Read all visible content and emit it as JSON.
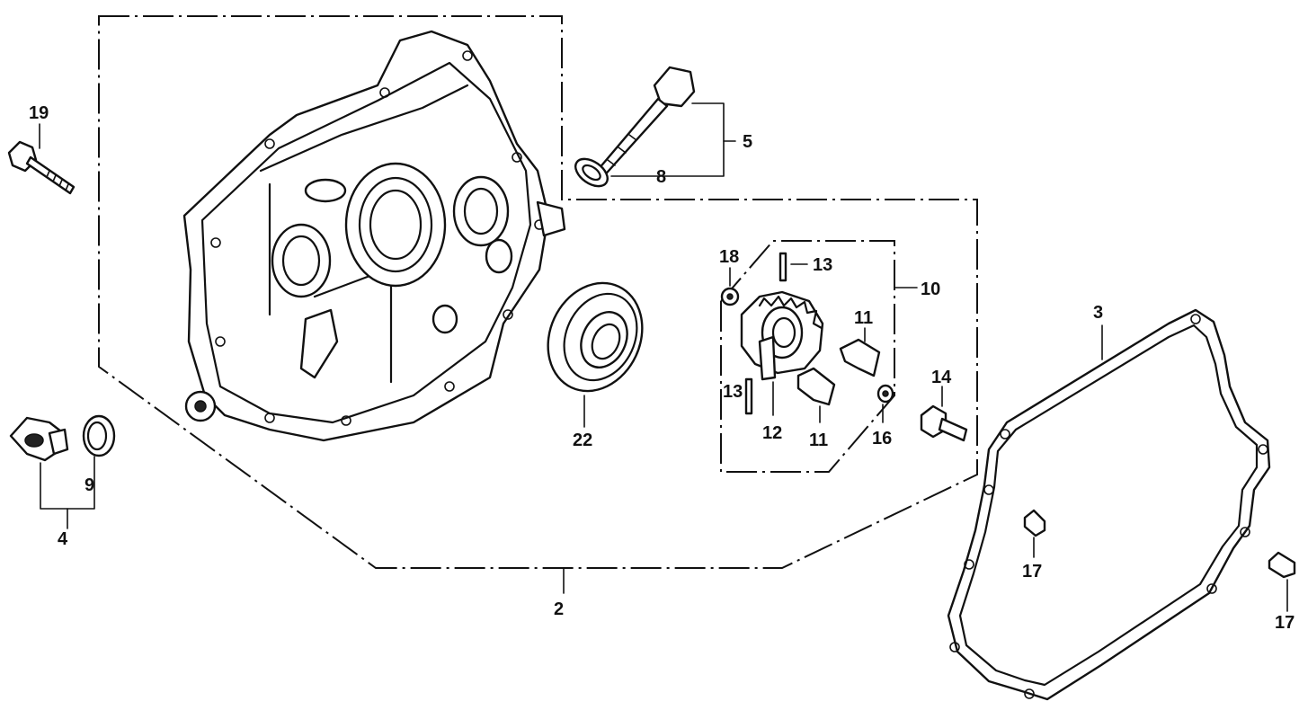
{
  "labels": {
    "l2": "2",
    "l3": "3",
    "l4": "4",
    "l5": "5",
    "l8": "8",
    "l9": "9",
    "l10": "10",
    "l11a": "11",
    "l11b": "11",
    "l12": "12",
    "l13a": "13",
    "l13b": "13",
    "l14": "14",
    "l16": "16",
    "l17a": "17",
    "l17b": "17",
    "l18": "18",
    "l19": "19",
    "l22": "22"
  },
  "colors": {
    "ink": "#111111",
    "paper": "#ffffff"
  }
}
